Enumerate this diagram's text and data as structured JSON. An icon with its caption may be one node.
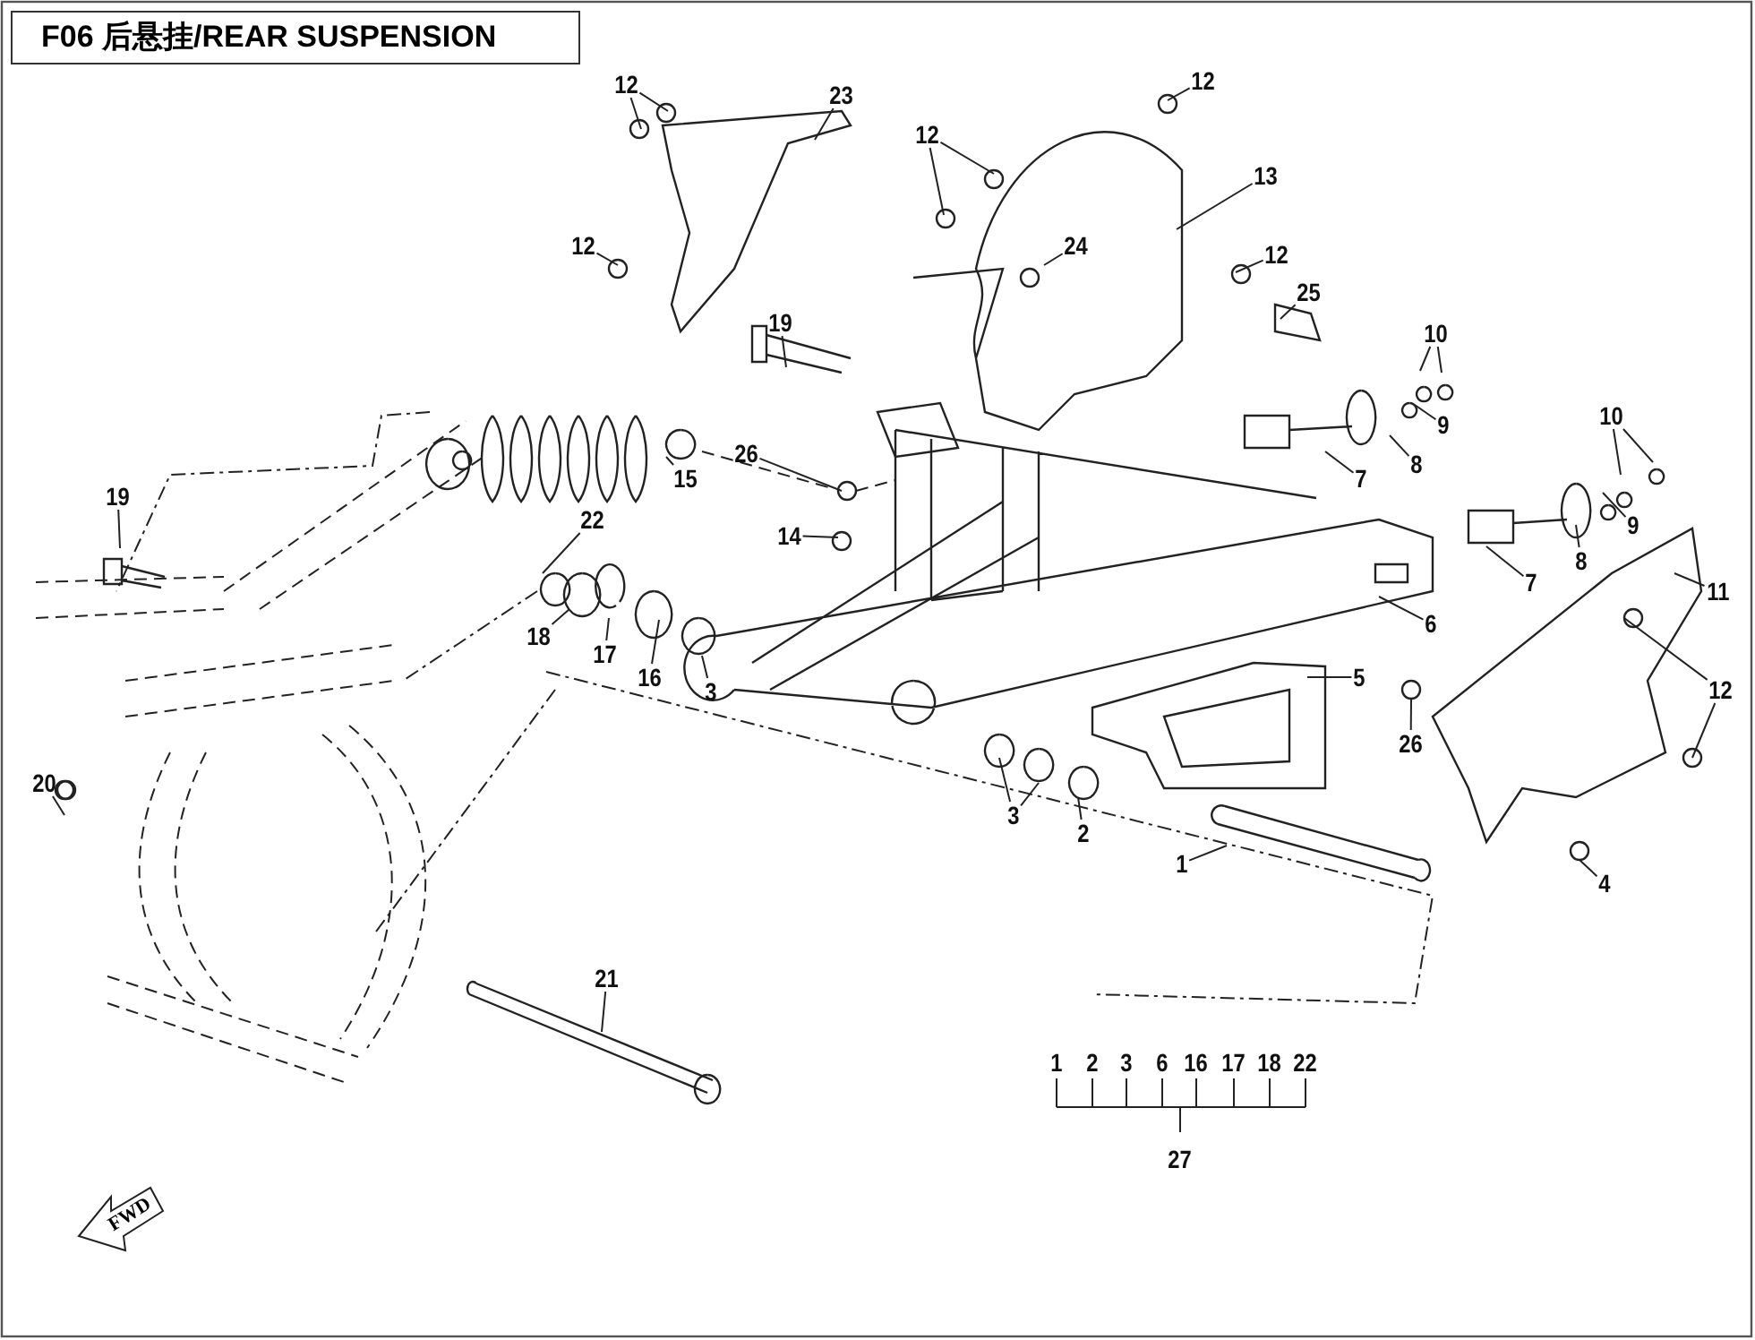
{
  "diagram": {
    "title": "F06 后悬挂/REAR SUSPENSION",
    "nodes": [
      {
        "text": [
          "12"
        ]
      },
      {
        "text": [
          "23"
        ]
      },
      {
        "text": [
          "12"
        ]
      },
      {
        "text": [
          "12"
        ]
      },
      {
        "text": [
          "13"
        ]
      },
      {
        "text": [
          "12"
        ]
      },
      {
        "text": [
          "24"
        ]
      },
      {
        "text": [
          "12"
        ]
      },
      {
        "text": [
          "25"
        ]
      },
      {
        "text": [
          "19"
        ]
      },
      {
        "text": [
          "10"
        ]
      },
      {
        "text": [
          "9"
        ]
      },
      {
        "text": [
          "7"
        ]
      },
      {
        "text": [
          "8"
        ]
      },
      {
        "text": [
          "26"
        ]
      },
      {
        "text": [
          "15"
        ]
      },
      {
        "text": [
          "14"
        ]
      },
      {
        "text": [
          "19"
        ]
      },
      {
        "text": [
          "22"
        ]
      },
      {
        "text": [
          "18"
        ]
      },
      {
        "text": [
          "17"
        ]
      },
      {
        "text": [
          "16"
        ]
      },
      {
        "text": [
          "3"
        ]
      },
      {
        "text": [
          "10"
        ]
      },
      {
        "text": [
          "9"
        ]
      },
      {
        "text": [
          "8"
        ]
      },
      {
        "text": [
          "7"
        ]
      },
      {
        "text": [
          "11"
        ]
      },
      {
        "text": [
          "6"
        ]
      },
      {
        "text": [
          "5"
        ]
      },
      {
        "text": [
          "26"
        ]
      },
      {
        "text": [
          "12"
        ]
      },
      {
        "text": [
          "4"
        ]
      },
      {
        "text": [
          "20"
        ]
      },
      {
        "text": [
          "3"
        ]
      },
      {
        "text": [
          "2"
        ]
      },
      {
        "text": [
          "1"
        ]
      },
      {
        "text": [
          "21"
        ]
      }
    ],
    "edges": [
      {
        "from": 0,
        "to": null,
        "arrow": "none"
      },
      {
        "from": 0,
        "to": null,
        "arrow": "none"
      },
      {
        "from": 1,
        "to": null,
        "arrow": "none"
      },
      {
        "from": 2,
        "to": null,
        "arrow": "none"
      },
      {
        "from": 3,
        "to": null,
        "arrow": "none"
      },
      {
        "from": 3,
        "to": null,
        "arrow": "none"
      },
      {
        "from": 4,
        "to": null,
        "arrow": "none"
      },
      {
        "from": 5,
        "to": null,
        "arrow": "none"
      },
      {
        "from": 6,
        "to": null,
        "arrow": "none"
      },
      {
        "from": 7,
        "to": null,
        "arrow": "none"
      },
      {
        "from": 8,
        "to": null,
        "arrow": "none"
      },
      {
        "from": 9,
        "to": null,
        "arrow": "none"
      },
      {
        "from": 10,
        "to": null,
        "arrow": "none"
      },
      {
        "from": 10,
        "to": null,
        "arrow": "none"
      },
      {
        "from": 11,
        "to": null,
        "arrow": "none"
      },
      {
        "from": 12,
        "to": null,
        "arrow": "none"
      },
      {
        "from": 13,
        "to": null,
        "arrow": "none"
      },
      {
        "from": 14,
        "to": null,
        "arrow": "none"
      },
      {
        "from": 15,
        "to": null,
        "arrow": "none"
      },
      {
        "from": 16,
        "to": null,
        "arrow": "none"
      },
      {
        "from": 17,
        "to": null,
        "arrow": "none"
      },
      {
        "from": 18,
        "to": null,
        "arrow": "none"
      },
      {
        "from": 19,
        "to": null,
        "arrow": "none"
      },
      {
        "from": 20,
        "to": null,
        "arrow": "none"
      },
      {
        "from": 21,
        "to": null,
        "arrow": "none"
      },
      {
        "from": 22,
        "to": null,
        "arrow": "none"
      },
      {
        "from": 23,
        "to": null,
        "arrow": "none"
      },
      {
        "from": 23,
        "to": null,
        "arrow": "none"
      },
      {
        "from": 24,
        "to": null,
        "arrow": "none"
      },
      {
        "from": 25,
        "to": null,
        "arrow": "none"
      },
      {
        "from": 26,
        "to": null,
        "arrow": "none"
      },
      {
        "from": 27,
        "to": null,
        "arrow": "none"
      },
      {
        "from": 28,
        "to": null,
        "arrow": "none"
      },
      {
        "from": 29,
        "to": null,
        "arrow": "none"
      },
      {
        "from": 30,
        "to": null,
        "arrow": "none"
      },
      {
        "from": 31,
        "to": null,
        "arrow": "none"
      },
      {
        "from": 31,
        "to": null,
        "arrow": "none"
      },
      {
        "from": 32,
        "to": null,
        "arrow": "none"
      },
      {
        "from": 33,
        "to": null,
        "arrow": "none"
      },
      {
        "from": 34,
        "to": null,
        "arrow": "none"
      },
      {
        "from": 34,
        "to": null,
        "arrow": "none"
      },
      {
        "from": 35,
        "to": null,
        "arrow": "none"
      },
      {
        "from": 36,
        "to": null,
        "arrow": "none"
      },
      {
        "from": 37,
        "to": null,
        "arrow": "none"
      }
    ],
    "labels": [
      "1",
      "2",
      "3",
      "6",
      "16",
      "17",
      "18",
      "22",
      "27",
      "FWD"
    ]
  }
}
